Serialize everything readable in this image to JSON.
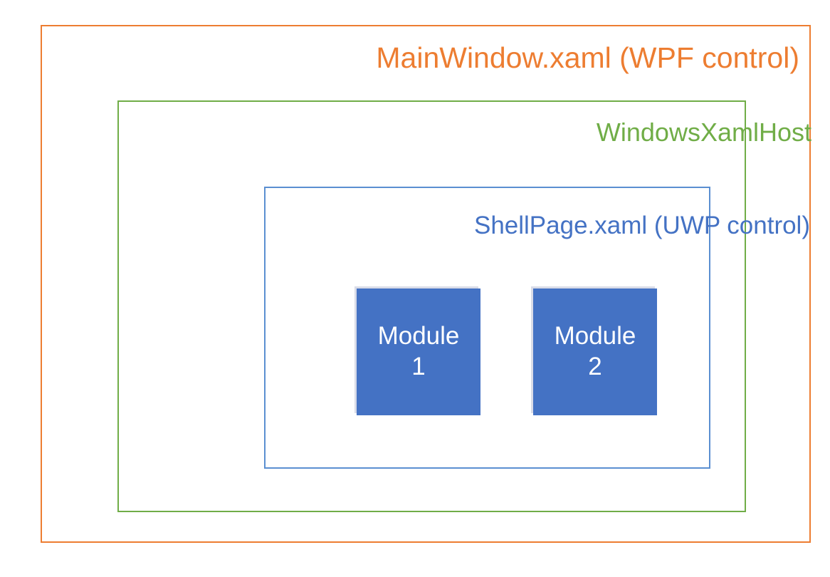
{
  "diagram": {
    "title": "WPF host nesting a UWP ShellPage with modules",
    "containers": [
      {
        "id": "mainwindow",
        "label": "MainWindow.xaml (WPF control)",
        "border_color": "#ED7D31",
        "text_color": "#ED7D31"
      },
      {
        "id": "windowsxamlhost",
        "label": "WindowsXamlHost",
        "border_color": "#70AD47",
        "text_color": "#70AD47"
      },
      {
        "id": "shellpage",
        "label": "ShellPage.xaml (UWP control)",
        "border_color": "#5B8FD1",
        "text_color": "#4472C4"
      }
    ],
    "modules": [
      {
        "id": "module-1",
        "label": "Module\n1",
        "fill_color": "#4472C4",
        "text_color": "#FFFFFF"
      },
      {
        "id": "module-2",
        "label": "Module\n2",
        "fill_color": "#4472C4",
        "text_color": "#FFFFFF"
      }
    ]
  }
}
